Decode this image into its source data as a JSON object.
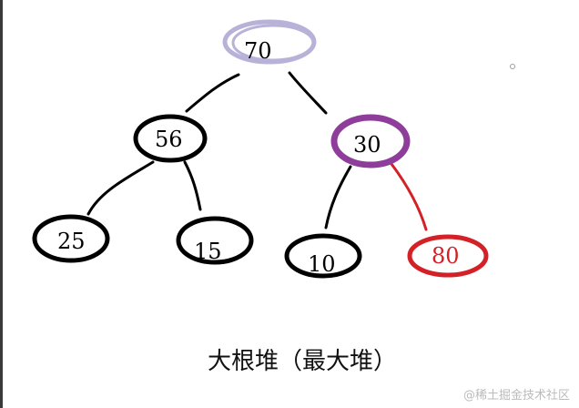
{
  "diagram": {
    "caption": "大根堆（最大堆）",
    "watermark": "@稀土掘金技术社区",
    "nodes": [
      {
        "id": "n70",
        "label": "70",
        "color": "#b9b2d8"
      },
      {
        "id": "n56",
        "label": "56",
        "color": "#000000"
      },
      {
        "id": "n30",
        "label": "30",
        "color": "#8e3e9a"
      },
      {
        "id": "n25",
        "label": "25",
        "color": "#000000"
      },
      {
        "id": "n15",
        "label": "15",
        "color": "#000000"
      },
      {
        "id": "n10",
        "label": "10",
        "color": "#000000"
      },
      {
        "id": "n80",
        "label": "80",
        "color": "#d42027"
      }
    ],
    "edges": [
      {
        "from": "n70",
        "to": "n56",
        "color": "#000000"
      },
      {
        "from": "n70",
        "to": "n30",
        "color": "#000000"
      },
      {
        "from": "n56",
        "to": "n25",
        "color": "#000000"
      },
      {
        "from": "n56",
        "to": "n15",
        "color": "#000000"
      },
      {
        "from": "n30",
        "to": "n10",
        "color": "#000000"
      },
      {
        "from": "n30",
        "to": "n80",
        "color": "#d42027"
      }
    ]
  }
}
